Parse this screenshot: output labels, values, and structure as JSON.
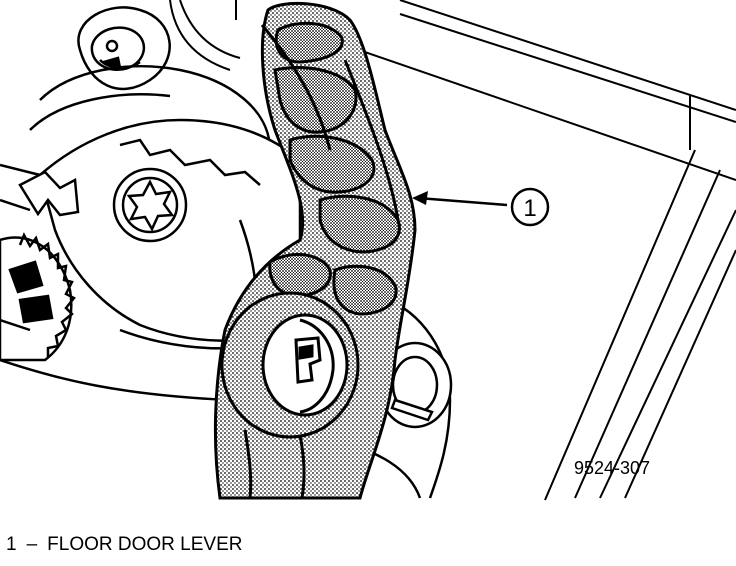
{
  "figure": {
    "id": "9524-307",
    "callouts": [
      {
        "number": "1"
      }
    ]
  },
  "legend": {
    "items": [
      {
        "number": "1",
        "separator": "–",
        "label": "FLOOR DOOR LEVER"
      }
    ]
  }
}
